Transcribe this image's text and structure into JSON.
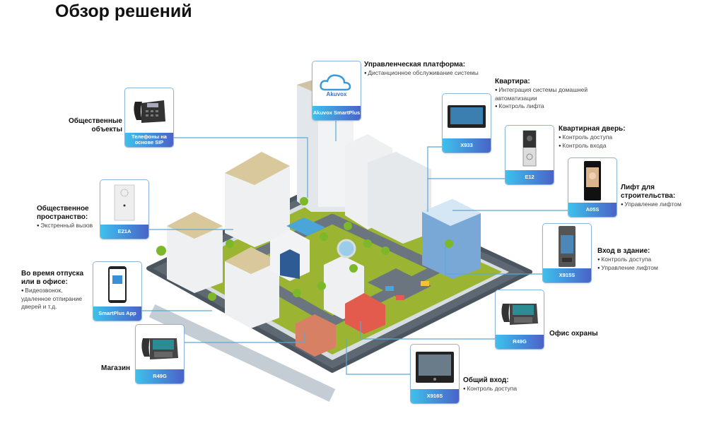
{
  "title": "Обзор решений",
  "cards": [
    {
      "id": "sip",
      "label": "Телефоны на основе SIP",
      "device": "desk-phone-icon"
    },
    {
      "id": "cloud",
      "label": "Akuvox SmartPlus",
      "device": "akuvox-cloud-icon",
      "logo": "Akuvox"
    },
    {
      "id": "x933",
      "label": "X933",
      "device": "indoor-monitor-icon"
    },
    {
      "id": "e12",
      "label": "E12",
      "device": "door-phone-icon"
    },
    {
      "id": "a05s",
      "label": "A05S",
      "device": "face-terminal-icon"
    },
    {
      "id": "x915s",
      "label": "X915S",
      "device": "door-station-icon"
    },
    {
      "id": "e21a",
      "label": "E21A",
      "device": "emergency-intercom-icon"
    },
    {
      "id": "app",
      "label": "SmartPlus App",
      "device": "smartphone-icon"
    },
    {
      "id": "r49gl",
      "label": "R49G",
      "device": "video-phone-icon"
    },
    {
      "id": "r49gr",
      "label": "R49G",
      "device": "video-phone-icon"
    },
    {
      "id": "x916s",
      "label": "X916S",
      "device": "door-station-screen-icon"
    }
  ],
  "callouts": [
    {
      "id": "c-platform",
      "title": "Управленческая платформа:",
      "bullets": [
        "Дистанционное обслуживание системы"
      ]
    },
    {
      "id": "c-apartment",
      "title": "Квартира:",
      "bullets": [
        "Интеграция системы домашней автоматизации",
        "Контроль лифта"
      ]
    },
    {
      "id": "c-door",
      "title": "Квартирная дверь:",
      "bullets": [
        "Контроль доступа",
        "Контроль входа"
      ]
    },
    {
      "id": "c-lift",
      "title": "Лифт для строительства:",
      "bullets": [
        "Управление лифтом"
      ]
    },
    {
      "id": "c-entrance",
      "title": "Вход в здание:",
      "bullets": [
        "Контроль доступа",
        "Управление лифтом"
      ]
    },
    {
      "id": "c-security",
      "title": "Офис охраны",
      "bullets": []
    },
    {
      "id": "c-common",
      "title": "Общий вход:",
      "bullets": [
        "Контроль доступа"
      ]
    },
    {
      "id": "c-public-obj",
      "title": "Общественные объекты",
      "bullets": []
    },
    {
      "id": "c-public-space",
      "title": "Общественное пространство:",
      "bullets": [
        "Экстренный вызов"
      ]
    },
    {
      "id": "c-vacation",
      "title": "Во время отпуска или в офисе:",
      "bullets": [
        "Видеозвонок, удаленное отпирание дверей и т.д."
      ]
    },
    {
      "id": "c-shop",
      "title": "Магазин",
      "bullets": []
    }
  ]
}
